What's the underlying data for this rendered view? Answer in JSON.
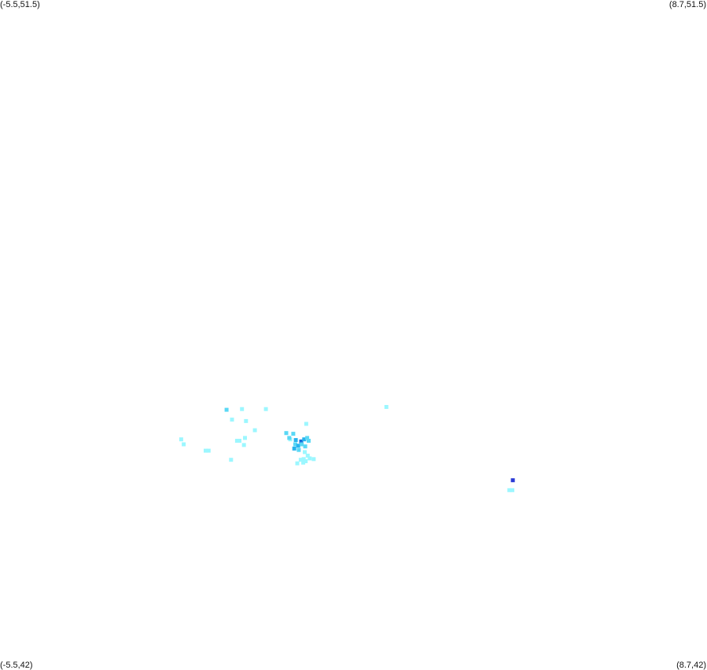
{
  "map": {
    "bounds": {
      "west": -5.5,
      "east": 8.7,
      "south": 42,
      "north": 51.5
    },
    "corner_labels": {
      "top_left": "(-5.5,51.5)",
      "top_right": "(8.7,51.5)",
      "bottom_left": "(-5.5,42)",
      "bottom_right": "(8.7,42)"
    },
    "intensity_colors": {
      "1": "#9cf7ff",
      "2": "#5ad8f5",
      "3": "#27b4ee",
      "4": "#1a6cdc",
      "5": "#2a3ad6"
    },
    "cells": [
      {
        "lon": -0.95,
        "lat": 45.69,
        "level": 2
      },
      {
        "lon": -0.64,
        "lat": 45.7,
        "level": 1
      },
      {
        "lon": -0.16,
        "lat": 45.7,
        "level": 1
      },
      {
        "lon": 2.26,
        "lat": 45.73,
        "level": 1
      },
      {
        "lon": -0.84,
        "lat": 45.55,
        "level": 1
      },
      {
        "lon": -0.56,
        "lat": 45.53,
        "level": 1
      },
      {
        "lon": -0.38,
        "lat": 45.4,
        "level": 1
      },
      {
        "lon": -1.86,
        "lat": 45.27,
        "level": 1
      },
      {
        "lon": -1.81,
        "lat": 45.2,
        "level": 1
      },
      {
        "lon": -1.37,
        "lat": 45.11,
        "level": 1
      },
      {
        "lon": -1.31,
        "lat": 45.11,
        "level": 1
      },
      {
        "lon": -0.74,
        "lat": 45.25,
        "level": 1
      },
      {
        "lon": -0.69,
        "lat": 45.25,
        "level": 1
      },
      {
        "lon": -0.58,
        "lat": 45.29,
        "level": 1
      },
      {
        "lon": -0.6,
        "lat": 45.19,
        "level": 1
      },
      {
        "lon": -0.86,
        "lat": 44.98,
        "level": 1
      },
      {
        "lon": 0.65,
        "lat": 45.49,
        "level": 1
      },
      {
        "lon": 0.33,
        "lat": 45.27,
        "level": 1
      },
      {
        "lon": 0.25,
        "lat": 45.36,
        "level": 2
      },
      {
        "lon": 0.39,
        "lat": 45.35,
        "level": 2
      },
      {
        "lon": 0.31,
        "lat": 45.29,
        "level": 2
      },
      {
        "lon": 0.44,
        "lat": 45.26,
        "level": 3
      },
      {
        "lon": 0.55,
        "lat": 45.24,
        "level": 4
      },
      {
        "lon": 0.61,
        "lat": 45.27,
        "level": 3
      },
      {
        "lon": 0.67,
        "lat": 45.29,
        "level": 2
      },
      {
        "lon": 0.7,
        "lat": 45.25,
        "level": 2
      },
      {
        "lon": 0.43,
        "lat": 45.2,
        "level": 2
      },
      {
        "lon": 0.49,
        "lat": 45.18,
        "level": 3
      },
      {
        "lon": 0.56,
        "lat": 45.2,
        "level": 2
      },
      {
        "lon": 0.63,
        "lat": 45.17,
        "level": 2
      },
      {
        "lon": 0.41,
        "lat": 45.14,
        "level": 3
      },
      {
        "lon": 0.5,
        "lat": 45.12,
        "level": 2
      },
      {
        "lon": 0.62,
        "lat": 45.09,
        "level": 1
      },
      {
        "lon": 0.68,
        "lat": 45.04,
        "level": 1
      },
      {
        "lon": 0.72,
        "lat": 45.0,
        "level": 1
      },
      {
        "lon": 0.6,
        "lat": 44.99,
        "level": 1
      },
      {
        "lon": 0.64,
        "lat": 44.96,
        "level": 1
      },
      {
        "lon": 0.54,
        "lat": 44.98,
        "level": 1
      },
      {
        "lon": 0.47,
        "lat": 44.93,
        "level": 1
      },
      {
        "lon": 0.8,
        "lat": 44.99,
        "level": 1
      },
      {
        "lon": 0.59,
        "lat": 44.94,
        "level": 1
      },
      {
        "lon": 4.8,
        "lat": 44.69,
        "level": 5
      },
      {
        "lon": 4.73,
        "lat": 44.55,
        "level": 1
      },
      {
        "lon": 4.79,
        "lat": 44.55,
        "level": 1
      }
    ]
  }
}
